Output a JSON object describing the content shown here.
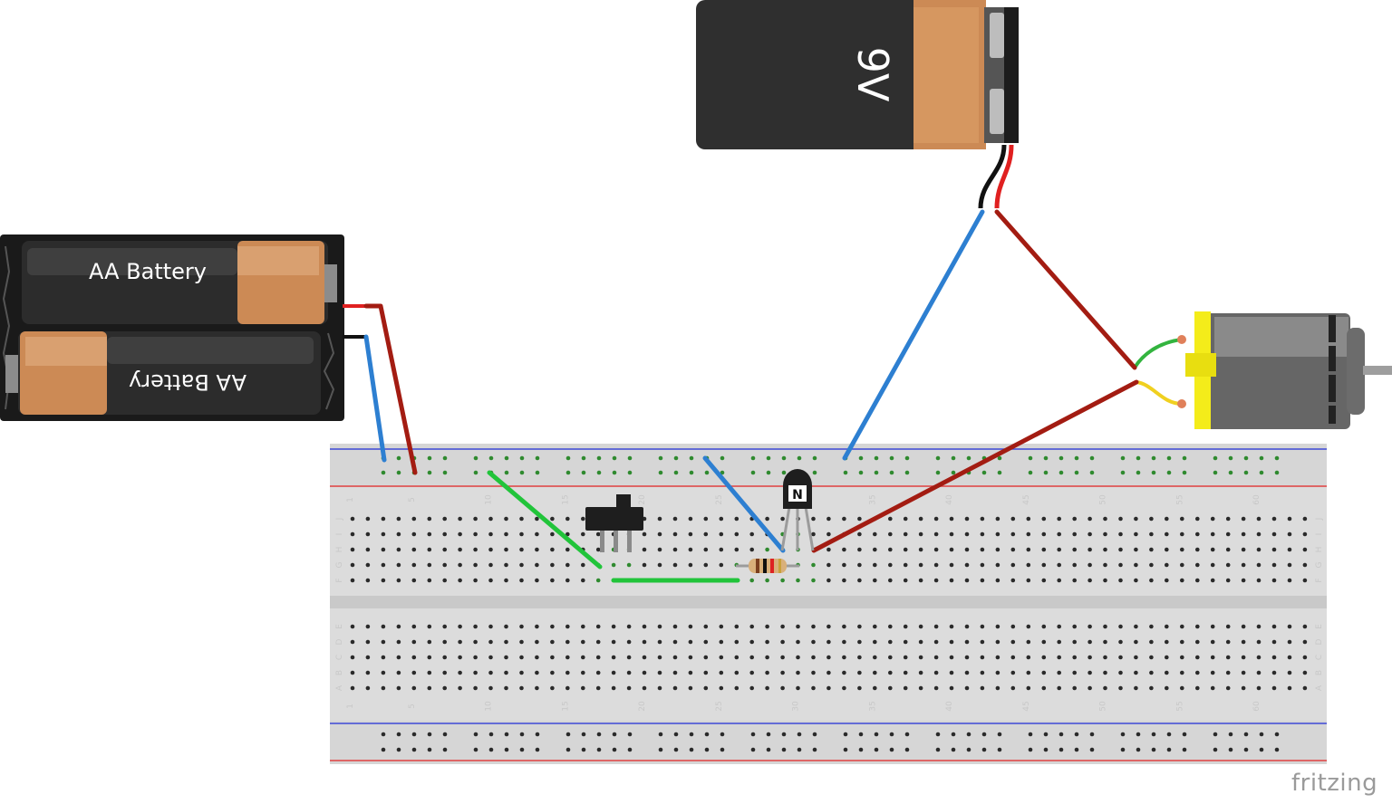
{
  "components": {
    "aa_pack": {
      "cell_top_label": "AA Battery",
      "cell_bottom_label": "AA Battery"
    },
    "nine_volt": {
      "label": "9V"
    },
    "transistor": {
      "label": "N"
    },
    "switch": {
      "name": "slide-switch"
    },
    "resistor": {
      "name": "resistor"
    },
    "motor": {
      "name": "dc-motor"
    }
  },
  "breadboard": {
    "column_numbers": [
      "1",
      "5",
      "10",
      "15",
      "20",
      "25",
      "30",
      "35",
      "40",
      "45",
      "50",
      "55",
      "60"
    ],
    "rows_top": [
      "J",
      "I",
      "H",
      "G",
      "F"
    ],
    "rows_bottom": [
      "E",
      "D",
      "C",
      "B",
      "A"
    ]
  },
  "wires": [
    {
      "id": "aa-neg",
      "color": "#2d7fd1"
    },
    {
      "id": "aa-pos",
      "color": "#a31c12"
    },
    {
      "id": "9v-neg",
      "color": "#2d7fd1"
    },
    {
      "id": "9v-pos",
      "color": "#a31c12"
    },
    {
      "id": "motor-return",
      "color": "#a31c12"
    },
    {
      "id": "switch-link",
      "color": "#21c43a"
    },
    {
      "id": "switch-res",
      "color": "#21c43a"
    },
    {
      "id": "emitter-gnd",
      "color": "#2d7fd1"
    },
    {
      "id": "collector-motor",
      "color": "#a31c12"
    }
  ],
  "brand": {
    "text": "fritzing"
  }
}
